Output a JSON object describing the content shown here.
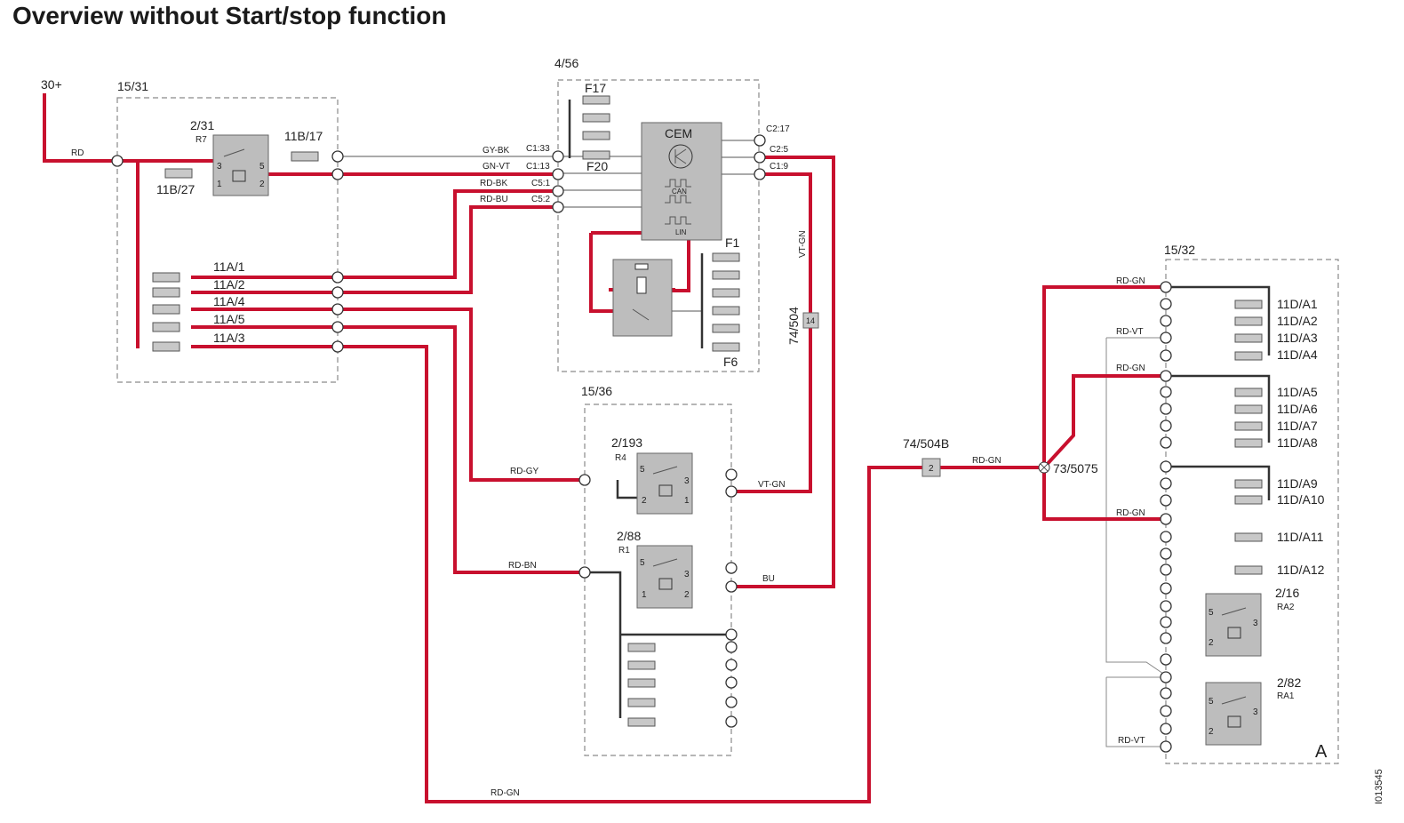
{
  "title": "Overview without Start/stop function",
  "labels": {
    "supply": "30+",
    "box_15_31": "15/31",
    "box_4_56": "4/56",
    "box_15_36": "15/36",
    "box_15_32": "15/32",
    "relay_2_31": "2/31",
    "relay_r7": "R7",
    "fuse_11b17": "11B/17",
    "fuse_11b27": "11B/27",
    "fuse_f17": "F17",
    "fuse_f20": "F20",
    "fuse_f1": "F1",
    "fuse_f6": "F6",
    "cem": "CEM",
    "can": "CAN",
    "lin": "LIN",
    "c2_17": "C2:17",
    "c2_5": "C2:5",
    "c1_9": "C1:9",
    "c1_33": "C1:33",
    "c1_13": "C1:13",
    "c5_1": "C5:1",
    "c5_2": "C5:2",
    "fuse_11a1": "11A/1",
    "fuse_11a2": "11A/2",
    "fuse_11a4": "11A/4",
    "fuse_11a5": "11A/5",
    "fuse_11a3": "11A/3",
    "connector_74_504": "74/504",
    "connector_14": "14",
    "relay_2_193": "2/193",
    "relay_r4": "R4",
    "relay_2_88": "2/88",
    "relay_r1": "R1",
    "connector_74_504b": "74/504B",
    "connector_2": "2",
    "splice_73_5075": "73/5075",
    "relay_2_16": "2/16",
    "relay_ra2": "RA2",
    "relay_2_82": "2/82",
    "relay_ra1": "RA1",
    "area_a": "A",
    "doc_id": "I013545"
  },
  "wires": {
    "rd": "RD",
    "gy_bk": "GY-BK",
    "gn_vt": "GN-VT",
    "rd_bk": "RD-BK",
    "rd_bu": "RD-BU",
    "vt_gn": "VT-GN",
    "rd_gy": "RD-GY",
    "rd_bn": "RD-BN",
    "bu": "BU",
    "rd_gn": "RD-GN",
    "rd_vt": "RD-VT"
  },
  "fuses_11d": [
    "11D/A1",
    "11D/A2",
    "11D/A3",
    "11D/A4",
    "11D/A5",
    "11D/A6",
    "11D/A7",
    "11D/A8",
    "11D/A9",
    "11D/A10",
    "11D/A11",
    "11D/A12"
  ],
  "pins": {
    "one": "1",
    "two": "2",
    "three": "3",
    "five": "5"
  },
  "colors": {
    "wire_red": "#c8102e",
    "wire_black": "#333333",
    "component_grey": "#bdbdbd"
  }
}
